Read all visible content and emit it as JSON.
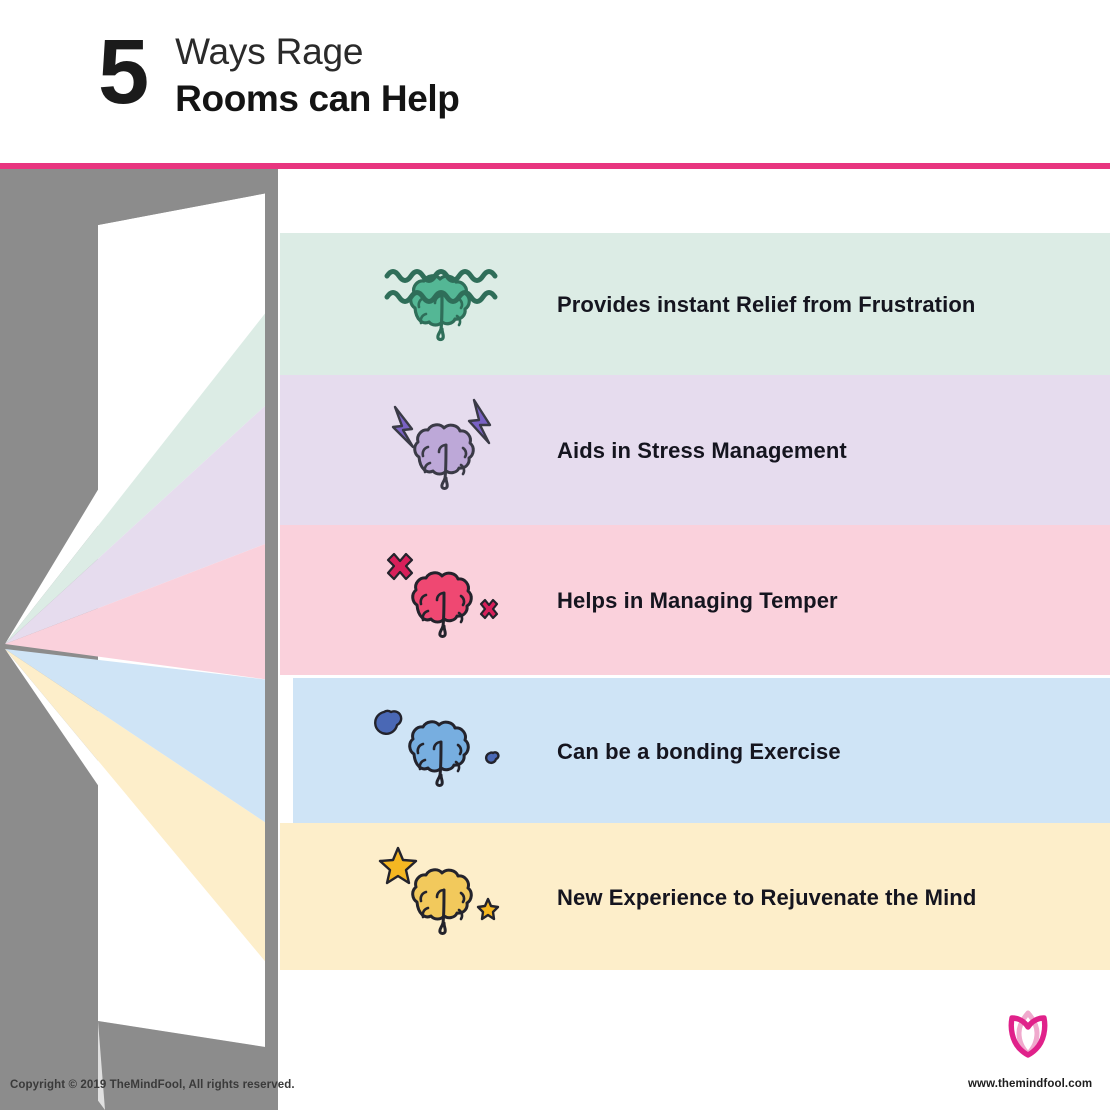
{
  "header": {
    "number": "5",
    "line1": "Ways Rage",
    "line2": "Rooms can Help",
    "rule_color": "#e8357f"
  },
  "scene": {
    "name": "open-door-with-light-rays",
    "wall_color": "#8c8c8c",
    "door_color": "#ffffff",
    "frame_color": "#8c8c8c",
    "floor_color": "#e0e0e0",
    "ray_colors": [
      "#dcece5",
      "#e6dcee",
      "#fad1dc",
      "#cfe4f6",
      "#fdeeca"
    ]
  },
  "rows": [
    {
      "icon": "green-brain-with-waves-icon",
      "label": "Provides instant Relief from Frustration",
      "band_color": "#dcece5",
      "brain_fill": "#54b795",
      "brain_stroke": "#2f6e59",
      "accent_color": "#2f6e59",
      "accent": "waves"
    },
    {
      "icon": "purple-brain-with-lightning-icon",
      "label": "Aids in Stress Management",
      "band_color": "#e6dcee",
      "brain_fill": "#bda8d8",
      "brain_stroke": "#3a3a46",
      "accent_color": "#7a62c4",
      "accent": "lightning"
    },
    {
      "icon": "pink-brain-with-x-marks-icon",
      "label": "Helps in Managing Temper",
      "band_color": "#fad1dc",
      "brain_fill": "#ef4872",
      "brain_stroke": "#23232c",
      "accent_color": "#d81f5a",
      "accent": "x-marks"
    },
    {
      "icon": "blue-brain-with-blobs-icon",
      "label": "Can be a bonding Exercise",
      "band_color": "#cfe4f6",
      "brain_fill": "#77aee0",
      "brain_stroke": "#23232c",
      "accent_color": "#4a68b5",
      "accent": "blobs"
    },
    {
      "icon": "yellow-brain-with-stars-icon",
      "label": "New Experience to Rejuvenate the Mind",
      "band_color": "#fdeeca",
      "brain_fill": "#f2c95c",
      "brain_stroke": "#23232c",
      "accent_color": "#f5b722",
      "accent": "stars"
    }
  ],
  "footer": {
    "copyright": "Copyright © 2019 TheMindFool, All rights reserved.",
    "brand_url": "www.themindfool.com",
    "logo": "lotus-flower-logo",
    "logo_color": "#e0218a",
    "logo_color_light": "#f0a9cd"
  }
}
